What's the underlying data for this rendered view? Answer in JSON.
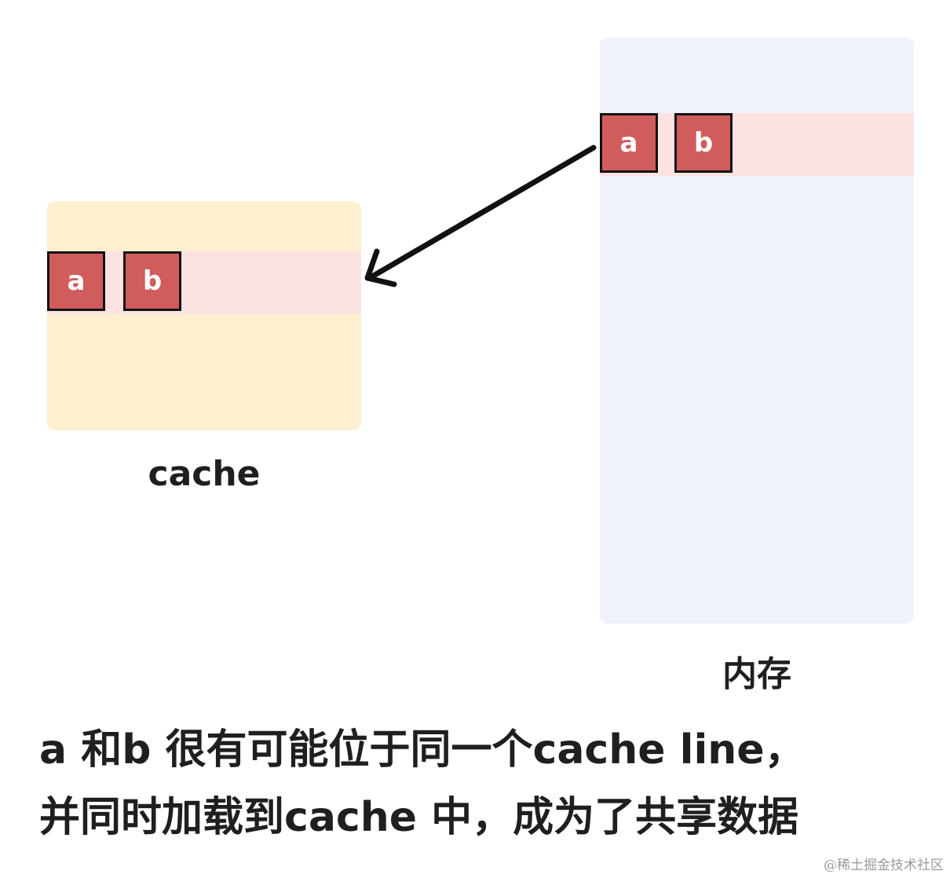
{
  "cache": {
    "label": "cache",
    "cells": [
      "a",
      "b"
    ],
    "panel_color": "#fdf0d0",
    "line_color": "#fde2e2"
  },
  "memory": {
    "label": "内存",
    "cells": [
      "a",
      "b"
    ],
    "panel_color": "#eff2fa",
    "line_color": "#fde2e2"
  },
  "cell_color": "#d15c5c",
  "caption": {
    "line1": "a 和b 很有可能位于同一个cache line，",
    "line2": "并同时加载到cache 中，成为了共享数据"
  },
  "watermark": "@稀土掘金技术社区"
}
